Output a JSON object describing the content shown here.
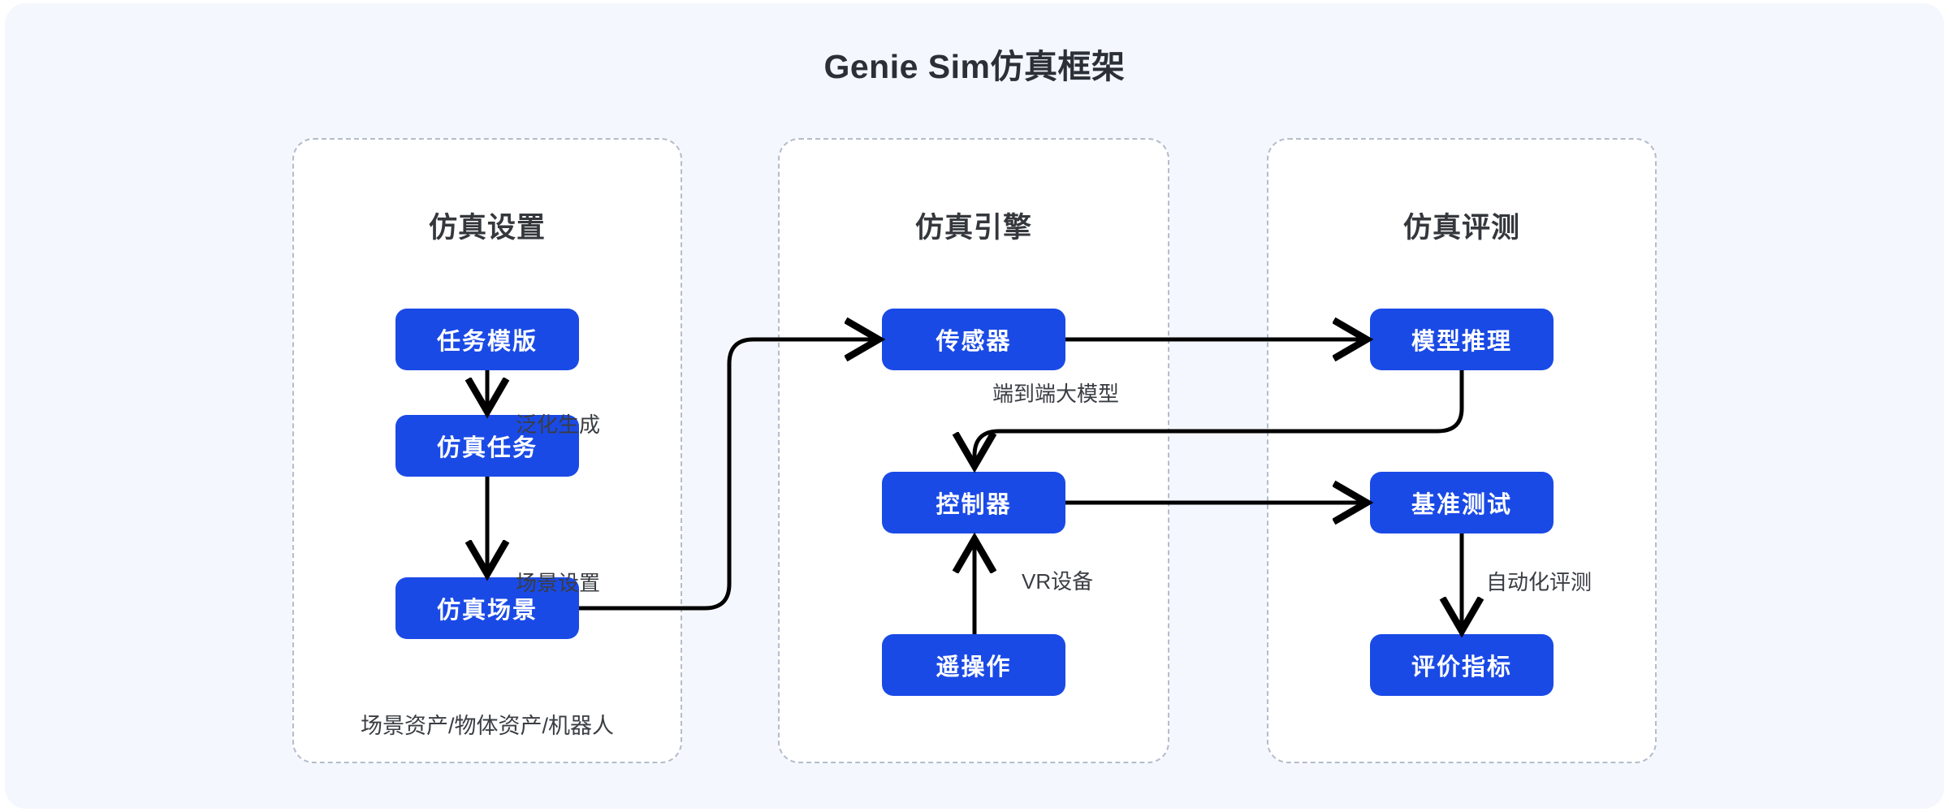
{
  "title": "Genie Sim仿真框架",
  "theme": {
    "page_background": "#f4f7fd",
    "panel_background": "#ffffff",
    "panel_border": "#b3bdcc",
    "node_fill": "#1a4ae6",
    "node_text": "#ffffff",
    "text": "#34373c",
    "wire": "#000000"
  },
  "panels": [
    {
      "id": "setup",
      "title": "仿真设置",
      "caption": "场景资产/物体资产/机器人",
      "nodes": [
        {
          "id": "task-template",
          "label": "任务模版"
        },
        {
          "id": "sim-task",
          "label": "仿真任务"
        },
        {
          "id": "sim-scene",
          "label": "仿真场景"
        }
      ],
      "edge_labels": [
        {
          "id": "generalize",
          "label": "泛化生成"
        },
        {
          "id": "scene-setup",
          "label": "场景设置"
        }
      ]
    },
    {
      "id": "engine",
      "title": "仿真引擎",
      "caption": "",
      "nodes": [
        {
          "id": "sensor",
          "label": "传感器"
        },
        {
          "id": "controller",
          "label": "控制器"
        },
        {
          "id": "teleop",
          "label": "遥操作"
        }
      ],
      "edge_labels": [
        {
          "id": "e2e-model",
          "label": "端到端大模型"
        },
        {
          "id": "vr-device",
          "label": "VR设备"
        }
      ]
    },
    {
      "id": "eval",
      "title": "仿真评测",
      "caption": "",
      "nodes": [
        {
          "id": "model-inference",
          "label": "模型推理"
        },
        {
          "id": "benchmark",
          "label": "基准测试"
        },
        {
          "id": "metrics",
          "label": "评价指标"
        }
      ],
      "edge_labels": [
        {
          "id": "auto-eval",
          "label": "自动化评测"
        }
      ]
    }
  ],
  "chart_data": {
    "type": "diagram",
    "title": "Genie Sim仿真框架",
    "groups": [
      "仿真设置",
      "仿真引擎",
      "仿真评测"
    ],
    "nodes": [
      "任务模版",
      "仿真任务",
      "仿真场景",
      "传感器",
      "控制器",
      "遥操作",
      "模型推理",
      "基准测试",
      "评价指标"
    ],
    "edges": [
      {
        "from": "任务模版",
        "to": "仿真任务",
        "label": "泛化生成"
      },
      {
        "from": "仿真任务",
        "to": "仿真场景",
        "label": "场景设置"
      },
      {
        "from": "仿真场景",
        "to": "传感器",
        "label": ""
      },
      {
        "from": "传感器",
        "to": "模型推理",
        "label": ""
      },
      {
        "from": "模型推理",
        "to": "控制器",
        "label": "端到端大模型"
      },
      {
        "from": "遥操作",
        "to": "控制器",
        "label": "VR设备"
      },
      {
        "from": "控制器",
        "to": "基准测试",
        "label": ""
      },
      {
        "from": "基准测试",
        "to": "评价指标",
        "label": "自动化评测"
      }
    ]
  }
}
